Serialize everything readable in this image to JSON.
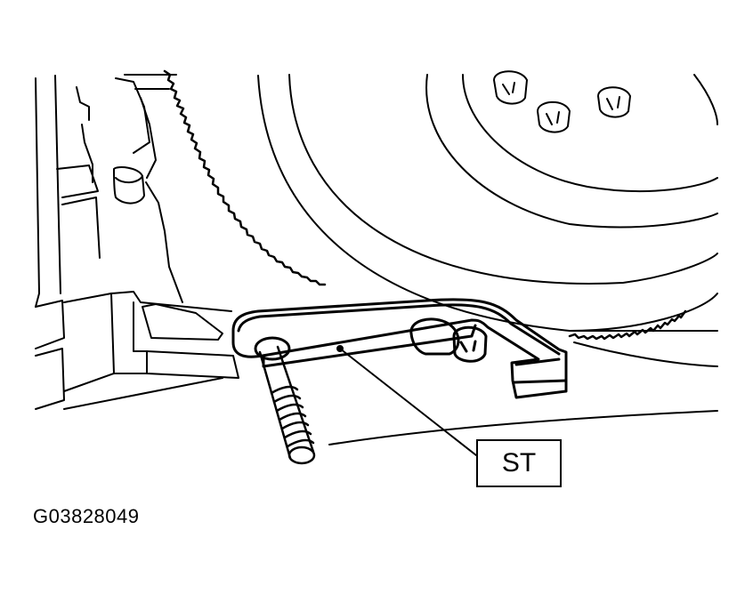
{
  "figure": {
    "callout_label": "ST",
    "figure_id": "G03828049"
  },
  "colors": {
    "line": "#000000",
    "background": "#ffffff"
  },
  "parts": [
    "flywheel-ring-gear",
    "flywheel-bolts",
    "engine-block",
    "flywheel-stopper-tool",
    "tool-bolt"
  ]
}
